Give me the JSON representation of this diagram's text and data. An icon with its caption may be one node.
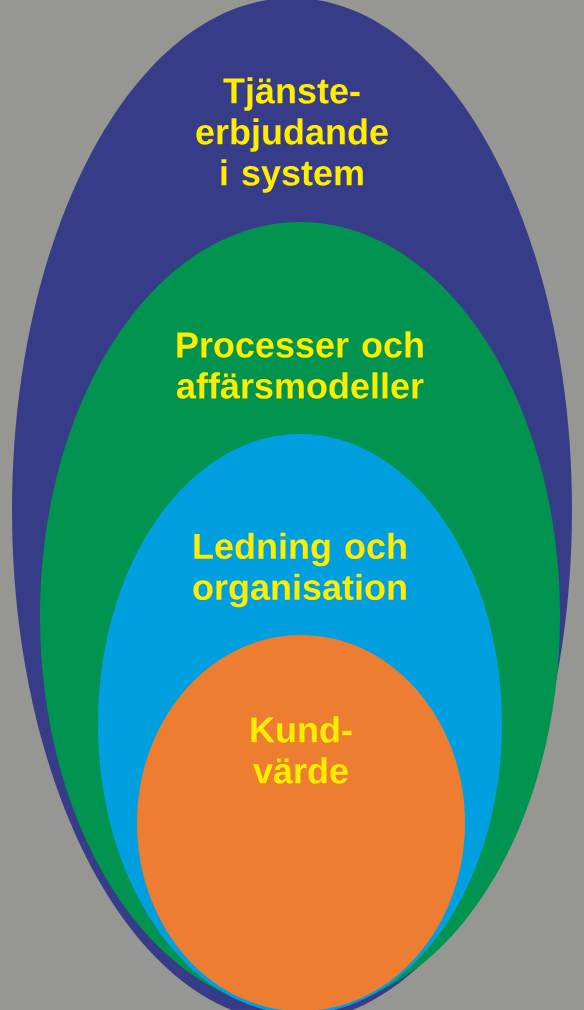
{
  "diagram": {
    "nodes": [
      {
        "text": [
          "Tjänste- erbjudande i system"
        ]
      },
      {
        "text": [
          "Processer och affärsmodeller"
        ],
        "in": 0
      },
      {
        "text": [
          "Ledning och organisation"
        ],
        "in": 1
      },
      {
        "text": [
          "Kund- värde"
        ],
        "in": 2
      }
    ]
  }
}
